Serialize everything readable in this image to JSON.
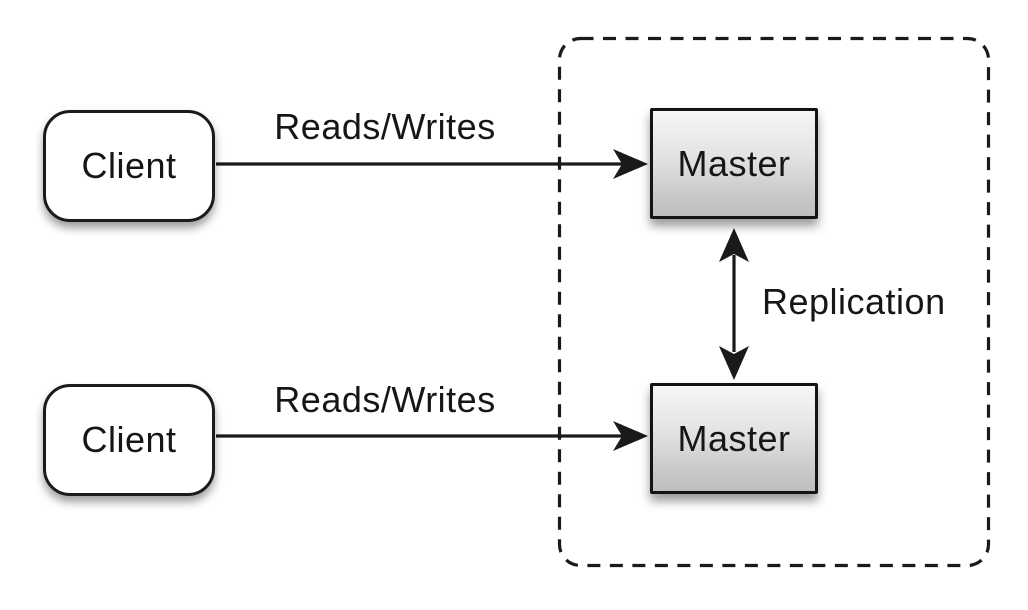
{
  "diagram": {
    "background_color": "#ffffff",
    "line_color": "#1a1a1a",
    "nodes": {
      "client_top": {
        "label": "Client",
        "shape": "rounded-rectangle",
        "fill": "#ffffff",
        "border": "#1b1b1b"
      },
      "client_bottom": {
        "label": "Client",
        "shape": "rounded-rectangle",
        "fill": "#ffffff",
        "border": "#1b1b1b"
      },
      "master_top": {
        "label": "Master",
        "shape": "rectangle",
        "fill_gradient_top": "#f6f6f6",
        "fill_gradient_bottom": "#bfbfbf",
        "border": "#141414"
      },
      "master_bottom": {
        "label": "Master",
        "shape": "rectangle",
        "fill_gradient_top": "#f6f6f6",
        "fill_gradient_bottom": "#bfbfbf",
        "border": "#141414"
      }
    },
    "groups": {
      "cluster_boundary": {
        "shape": "rounded-rectangle",
        "stroke_style": "dashed",
        "stroke_color": "#1a1a1a",
        "contains": [
          "master_top",
          "master_bottom"
        ]
      }
    },
    "edges": {
      "reads_writes_top": {
        "label": "Reads/Writes",
        "from": "client_top",
        "to": "master_top",
        "direction": "one-way"
      },
      "reads_writes_bottom": {
        "label": "Reads/Writes",
        "from": "client_bottom",
        "to": "master_bottom",
        "direction": "one-way"
      },
      "replication": {
        "label": "Replication",
        "from": "master_top",
        "to": "master_bottom",
        "direction": "two-way"
      }
    }
  }
}
